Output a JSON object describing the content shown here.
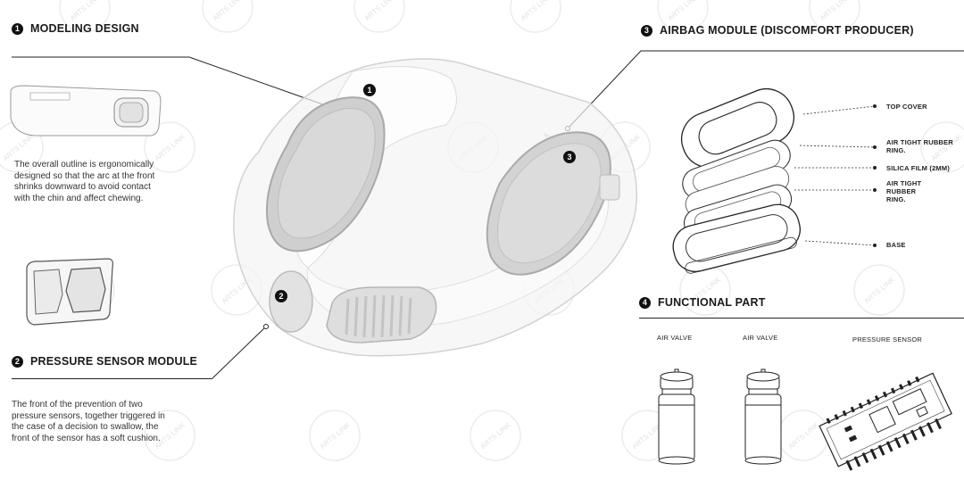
{
  "watermark": "ARTS LINK",
  "sections": {
    "modeling": {
      "number": "1",
      "title": "MODELING DESIGN",
      "description": "The overall outline is ergonomically designed so that the arc at the front shrinks downward to avoid contact with the chin and affect chewing."
    },
    "pressure": {
      "number": "2",
      "title": "PRESSURE SENSOR MODULE",
      "description": "The front of the prevention of two pressure sensors, together triggered in the case of a decision to swallow, the front of the sensor has a soft cushion."
    },
    "airbag": {
      "number": "3",
      "title": "AIRBAG MODULE (DISCOMFORT PRODUCER)",
      "parts": [
        "TOP COVER",
        "AIR TIGHT RUBBER RING.",
        "SILICA FILM (2MM)",
        "AIR TIGHT RUBBER RING.",
        "BASE"
      ]
    },
    "functional": {
      "number": "4",
      "title": "FUNCTIONAL PART",
      "parts": [
        "AIR VALVE",
        "AIR VALVE",
        "PRESSURE SENSOR"
      ]
    }
  },
  "markers": [
    "1",
    "2",
    "3"
  ],
  "colors": {
    "accent": "#111111",
    "line": "#222222",
    "watermark": "#e6e6e6"
  }
}
